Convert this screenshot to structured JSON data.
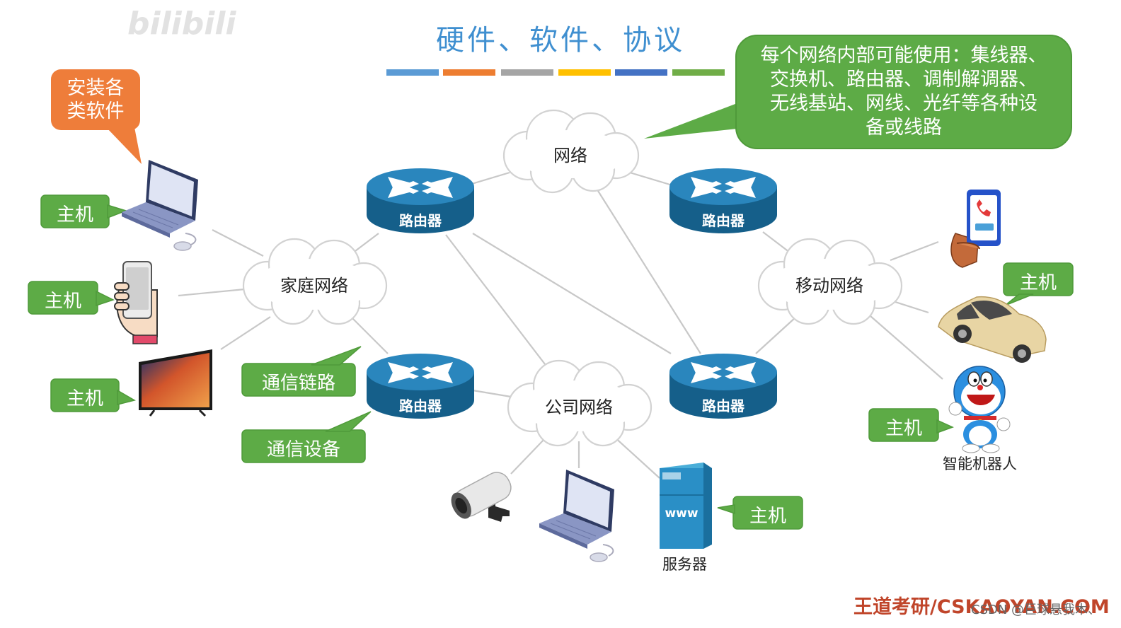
{
  "title": "硬件、软件、协议",
  "title_bar_colors": [
    "#5b9bd5",
    "#ed7d31",
    "#a5a5a5",
    "#ffc000",
    "#4472c4",
    "#70ad47"
  ],
  "colors": {
    "green": "#5dab46",
    "orange": "#ee7d3a",
    "router": "#1a6f9e",
    "title": "#3f8fd0"
  },
  "top_callout": {
    "lines": [
      "每个网络内部可能使用：集线器、",
      "交换机、路由器、调制解调器、",
      "无线基站、网线、光纤等各种设",
      "备或线路"
    ]
  },
  "software_callout": {
    "lines": [
      "安装各",
      "类软件"
    ]
  },
  "clouds": {
    "internet": "网络",
    "home": "家庭网络",
    "mobile": "移动网络",
    "company": "公司网络"
  },
  "routers": {
    "label": "路由器"
  },
  "host_label": "主机",
  "link_label": "通信链路",
  "device_label": "通信设备",
  "server_caption": "服务器",
  "server_screen": "www",
  "robot_caption": "智能机器人",
  "footer": "王道考研/CSKAOYAN.COM",
  "watermark": "CSDN @巨球悬我木、",
  "logo": "bilibili"
}
